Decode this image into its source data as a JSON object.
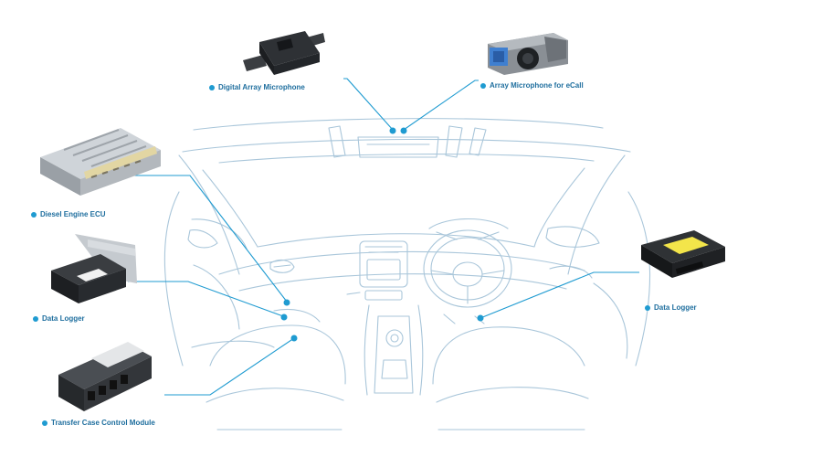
{
  "colors": {
    "accent": "#1f9bd1",
    "label": "#1e6e9e",
    "sketch": "#a9c6da",
    "device_dark": "#26282b",
    "ecu_silver": "#b9bec4",
    "logger_yellow": "#f3e54a"
  },
  "components": [
    {
      "key": "digital_array_mic",
      "label": "Digital Array Microphone",
      "icon": "digital-array-microphone"
    },
    {
      "key": "array_mic_ecall",
      "label": "Array Microphone for eCall",
      "icon": "array-microphone-ecall"
    },
    {
      "key": "diesel_ecu",
      "label": "Diesel Engine ECU",
      "icon": "diesel-engine-ecu"
    },
    {
      "key": "data_logger_left",
      "label": "Data Logger",
      "icon": "data-logger-bracket"
    },
    {
      "key": "transfer_case",
      "label": "Transfer Case Control Module",
      "icon": "transfer-case-module"
    },
    {
      "key": "data_logger_right",
      "label": "Data Logger",
      "icon": "data-logger-yellow"
    }
  ]
}
